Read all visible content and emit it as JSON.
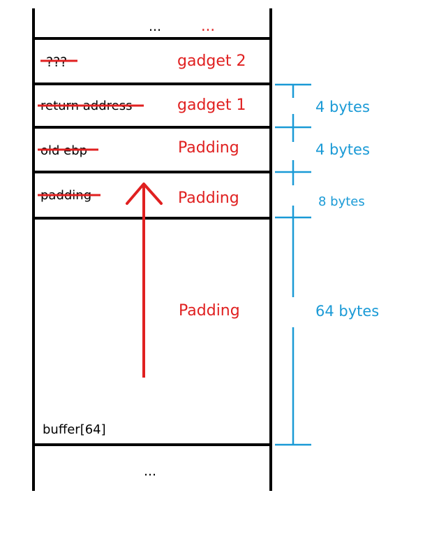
{
  "stack": {
    "top_ellipsis": "...",
    "top_red_ellipsis": "...",
    "bottom_ellipsis": "...",
    "buffer_label": "buffer[64]",
    "slots": [
      {
        "original": "???",
        "overwrite": "gadget 2"
      },
      {
        "original": "return address",
        "overwrite": "gadget 1"
      },
      {
        "original": "old ebp",
        "overwrite": "Padding"
      },
      {
        "original": "padding",
        "overwrite": "Padding"
      }
    ],
    "buffer_overwrite": "Padding"
  },
  "sizes": {
    "gadget1": "4 bytes",
    "old_ebp": "4 bytes",
    "padding": "8 bytes",
    "buffer": "64 bytes"
  },
  "colors": {
    "lines": "#000000",
    "overwrite": "#e02020",
    "dimension": "#1a9ad6"
  }
}
